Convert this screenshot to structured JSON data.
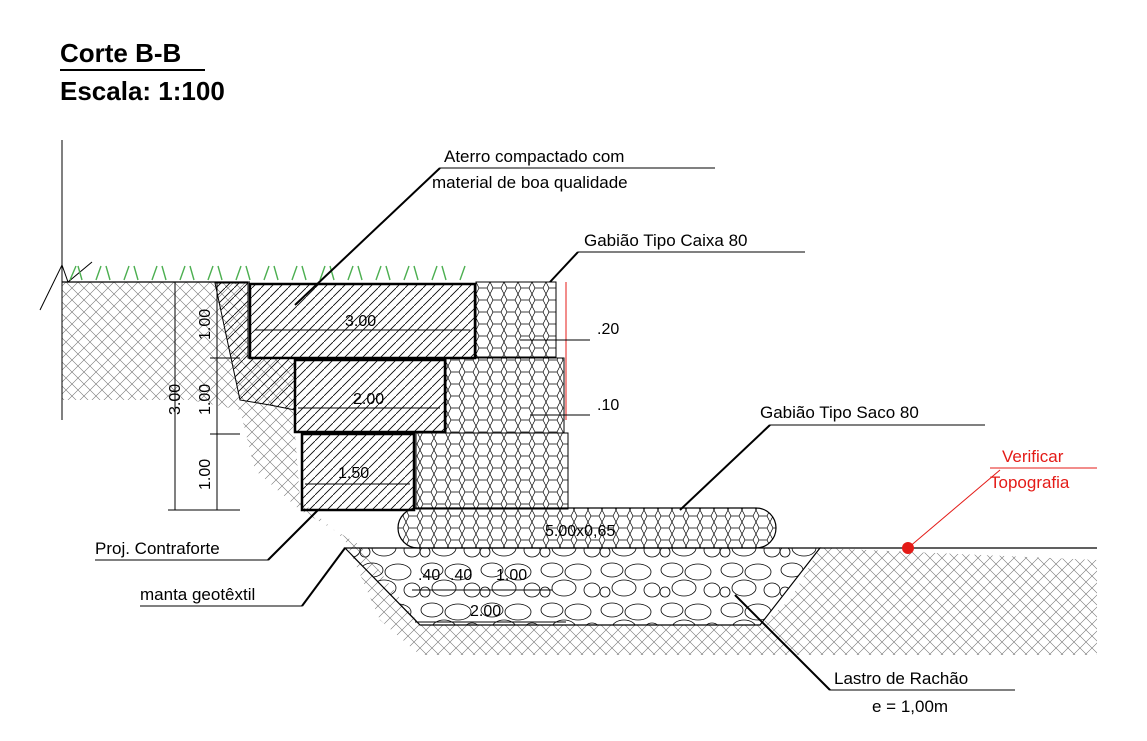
{
  "title": {
    "section": "Corte B-B",
    "scale": "Escala: 1:100"
  },
  "labels": {
    "aterro_line1": "Aterro compactado com",
    "aterro_line2": "material de boa qualidade",
    "gabiao_caixa": "Gabião Tipo Caixa 80",
    "gabiao_saco": "Gabião Tipo Saco 80",
    "verificar_line1": "Verificar",
    "verificar_line2": "Topografia",
    "proj_contraforte": "Proj. Contraforte",
    "manta": "manta geotêxtil",
    "lastro_line1": "Lastro de Rachão",
    "lastro_line2": "e = 1,00m"
  },
  "dimensions": {
    "total_height": "3.00",
    "h1": "1.00",
    "h2": "1.00",
    "h3": "1.00",
    "w_top": "3.00",
    "w_mid": "2.00",
    "w_bot": "1.50",
    "step_top": ".20",
    "step_mid": ".10",
    "saco": "5.00x0,65",
    "base_a": ".40",
    "base_b": ".40",
    "base_c": "1.00",
    "base_total": "2.00"
  },
  "colors": {
    "line": "#000000",
    "grass": "#4caf50",
    "note": "#e41b17"
  }
}
